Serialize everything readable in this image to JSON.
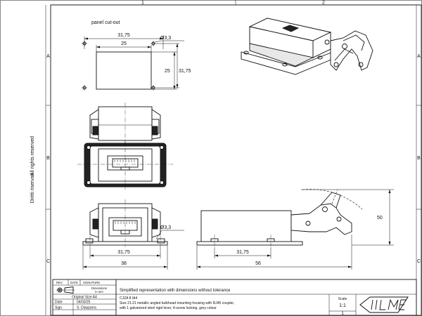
{
  "frame": {
    "columns": [
      "1",
      "2"
    ],
    "rows": [
      "A",
      "B",
      "C"
    ]
  },
  "side_notes": {
    "rights": "All rights reserved",
    "copyright": "Diritti riservati"
  },
  "panel": {
    "title": "panel cut-out",
    "dim_outer_width": "31,75",
    "dim_inner_width": "25",
    "dim_hole": "Ø3,3",
    "dim_inner_height": "25",
    "dim_outer_height": "31,75"
  },
  "front_view": {
    "dim_hole": "Ø3,3",
    "dim_hole_spacing": "31,75",
    "dim_flange_width": "38"
  },
  "side_view": {
    "dim_hole_spacing": "31,75",
    "dim_length": "56",
    "dim_height": "50"
  },
  "title_block": {
    "rev_header": "REV.",
    "date_header": "DATE",
    "signature_header": "SIGNATURE",
    "dimensions_note_line1": "Dimensions",
    "dimensions_note_line2": "in mm",
    "description_title": "Simplified representation with dimensions without tolerance",
    "original_size_label": "Original Size A4",
    "date_label": "Date",
    "date_value": "04/03/25",
    "sign_label": "Sign.",
    "sign_value": "S. Diasparra",
    "part_code": "CJZA 8 IA4",
    "description_line1": "Size 21.21 metallic angled bulkhead mounting housing with RJ45 coupler,",
    "description_line2": "with 1 galvanized steel rigid lever, 4-screw locking, grey colour",
    "scale_label": "Scale",
    "scale_value": "1:1",
    "sheet_number": "1",
    "logo": "ILME"
  }
}
